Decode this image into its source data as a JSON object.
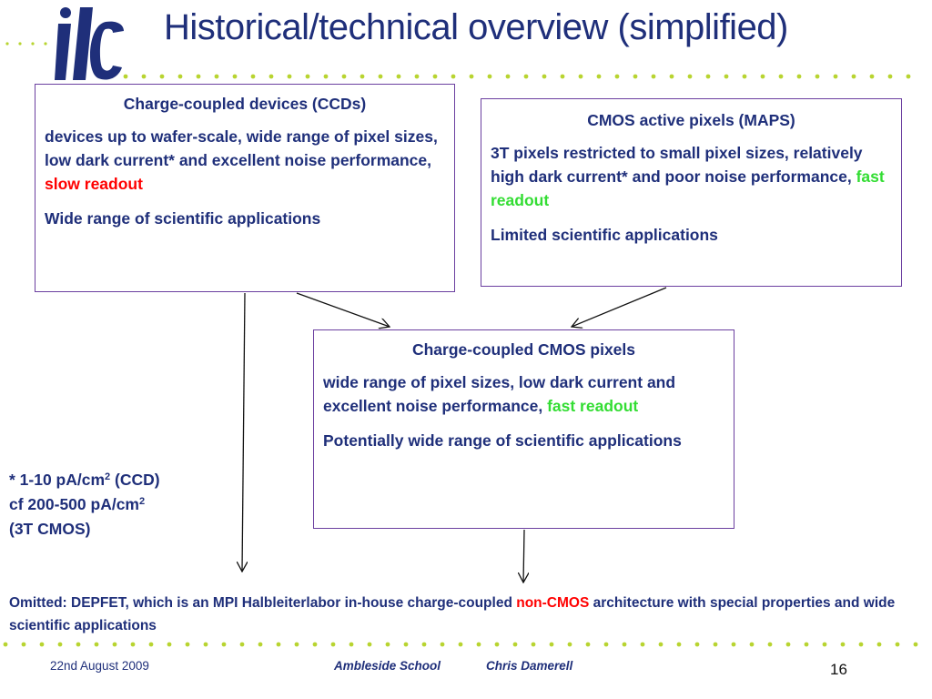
{
  "title": "Historical/technical overview (simplified)",
  "colors": {
    "text": "#1f2f7a",
    "border": "#6b3fa0",
    "slow": "#ff0000",
    "fast": "#33dd33",
    "dots": "#b8d430",
    "logo": "#1f2f7a"
  },
  "logo_icon": "ilc-logo-icon",
  "box_ccd": {
    "heading": "Charge-coupled devices (CCDs)",
    "body_main": "devices up to wafer-scale, wide range of pixel sizes, low dark current* and excellent noise performance, ",
    "body_highlight": "slow readout",
    "applications": "Wide range of scientific applications"
  },
  "box_cmos": {
    "heading": "CMOS active pixels (MAPS)",
    "body_main": "3T pixels restricted to small pixel sizes, relatively high dark current* and poor noise performance, ",
    "body_highlight": "fast readout",
    "applications": "Limited scientific applications"
  },
  "box_cc_cmos": {
    "heading": "Charge-coupled CMOS pixels",
    "body_main": "wide range of pixel sizes, low dark current and excellent noise performance, ",
    "body_highlight": "fast readout",
    "applications": "Potentially wide range of scientific applications"
  },
  "footnote": {
    "line1_prefix": "*  1-10 pA/cm",
    "line1_sup": "2",
    "line1_suffix": " (CCD)",
    "line2_prefix": "cf  200-500 pA/cm",
    "line2_sup": "2",
    "line3": "(3T CMOS)"
  },
  "omitted": {
    "prefix": "Omitted: DEPFET, which is an MPI Halbleiterlabor in-house charge-coupled ",
    "highlight": "non-CMOS",
    "suffix": " architecture with special properties and wide scientific applications"
  },
  "footer": {
    "date": "22nd August 2009",
    "venue": "Ambleside School",
    "author": "Chris Damerell",
    "page": "16"
  }
}
